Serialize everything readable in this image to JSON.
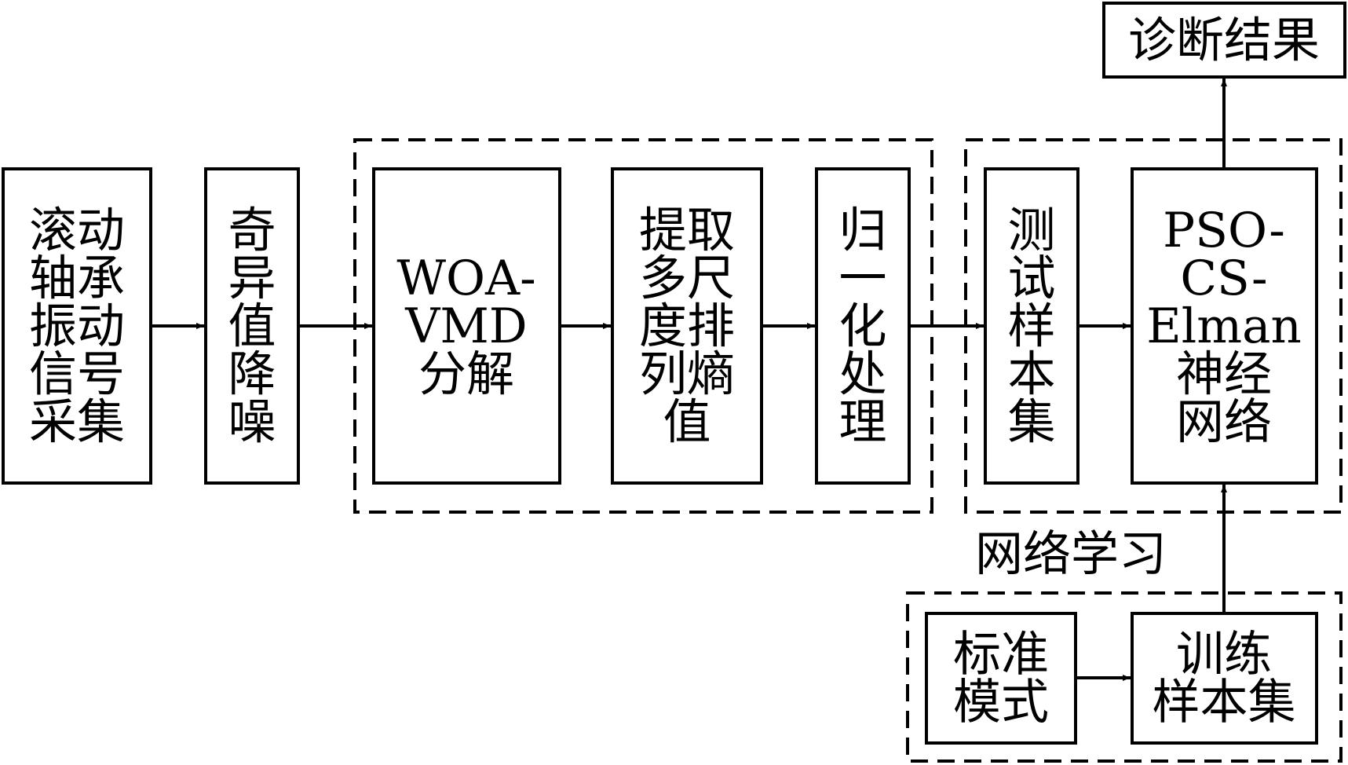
{
  "nodes": {
    "acquisition": {
      "lines": [
        "滚动",
        "轴承",
        "振动",
        "信号",
        "采集"
      ]
    },
    "denoise": {
      "lines": [
        "奇",
        "异",
        "值",
        "降",
        "噪"
      ]
    },
    "woa_vmd": {
      "lines": [
        "WOA-",
        "VMD",
        "分解"
      ]
    },
    "mpe": {
      "lines": [
        "提取",
        "多尺",
        "度排",
        "列熵",
        "值"
      ]
    },
    "normalize": {
      "lines": [
        "归",
        "一",
        "化",
        "处",
        "理"
      ]
    },
    "test_set": {
      "lines": [
        "测",
        "试",
        "样",
        "本",
        "集"
      ]
    },
    "model": {
      "lines": [
        "PSO-",
        "CS-",
        "Elman",
        "神经",
        "网络"
      ]
    },
    "result": {
      "lines": [
        "诊断结果"
      ]
    },
    "standard": {
      "lines": [
        "标准",
        "模式"
      ]
    },
    "train_set": {
      "lines": [
        "训练",
        "样本集"
      ]
    }
  },
  "labels": {
    "network_learning": "网络学习"
  }
}
